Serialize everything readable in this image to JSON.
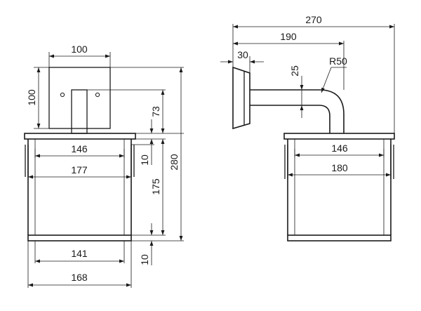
{
  "front_view": {
    "plate_width": "100",
    "plate_height": "100",
    "plate_to_top": "73",
    "inner_top_width": "146",
    "outer_top_width": "177",
    "rim_thickness_top": "10",
    "body_height": "175",
    "total_height": "280",
    "inner_bottom_width": "141",
    "outer_bottom_width": "168",
    "rim_thickness_bottom": "10"
  },
  "side_view": {
    "total_depth": "270",
    "arm_reach": "190",
    "plate_thickness": "30",
    "arm_diameter": "25",
    "bend_radius": "R50",
    "inner_top_width": "146",
    "outer_top_width": "180"
  }
}
